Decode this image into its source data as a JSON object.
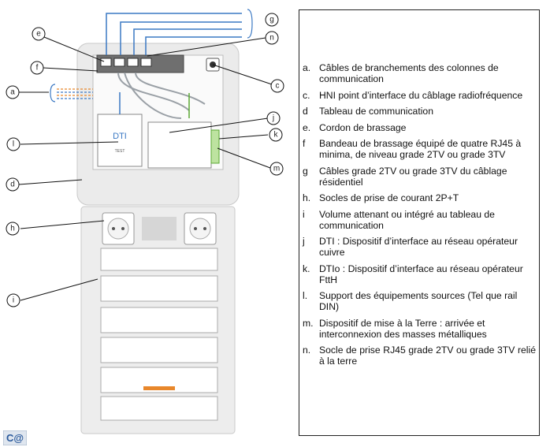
{
  "callouts": {
    "g": "g",
    "e": "e",
    "n": "n",
    "f": "f",
    "a": "a",
    "c": "c",
    "j": "j",
    "k": "k",
    "l": "l",
    "d": "d",
    "m": "m",
    "h": "h",
    "i": "i"
  },
  "device_labels": {
    "dti": "DTI",
    "test": "TEST"
  },
  "legend": [
    {
      "key": "a.",
      "text": "Câbles de branchements des colonnes de communication"
    },
    {
      "key": "c.",
      "text": "HNI point d’interface du câblage radiofréquence"
    },
    {
      "key": "d",
      "text": "Tableau de communication"
    },
    {
      "key": "e.",
      "text": "Cordon de brassage"
    },
    {
      "key": "f",
      "text": "Bandeau de brassage équipé de quatre RJ45 à minima, de niveau grade 2TV ou grade 3TV"
    },
    {
      "key": "g",
      "text": "Câbles grade 2TV ou grade 3TV du câblage résidentiel"
    },
    {
      "key": "h.",
      "text": "Socles de prise de courant 2P+T"
    },
    {
      "key": "i",
      "text": "Volume attenant ou intégré au tableau de communication"
    },
    {
      "key": "j",
      "text": "DTI : Dispositif d’interface au réseau opérateur cuivre"
    },
    {
      "key": "k.",
      "text": "DTIo : Dispositif d’interface au réseau opérateur FttH"
    },
    {
      "key": "l.",
      "text": "Support des équipements sources (Tel que rail DIN)"
    },
    {
      "key": "m.",
      "text": "Dispositif de mise à la Terre : arrivée et interconnexion des masses métalliques"
    },
    {
      "key": "n.",
      "text": "   Socle de prise RJ45 grade 2TV ou grade 3TV relié à la terre"
    }
  ],
  "logo_text": "C@",
  "colors": {
    "cable_blue": "#3a78c3",
    "cable_orange": "#e8872b",
    "enclosure": "#eeeeee",
    "earth_green": "#5aa832"
  }
}
